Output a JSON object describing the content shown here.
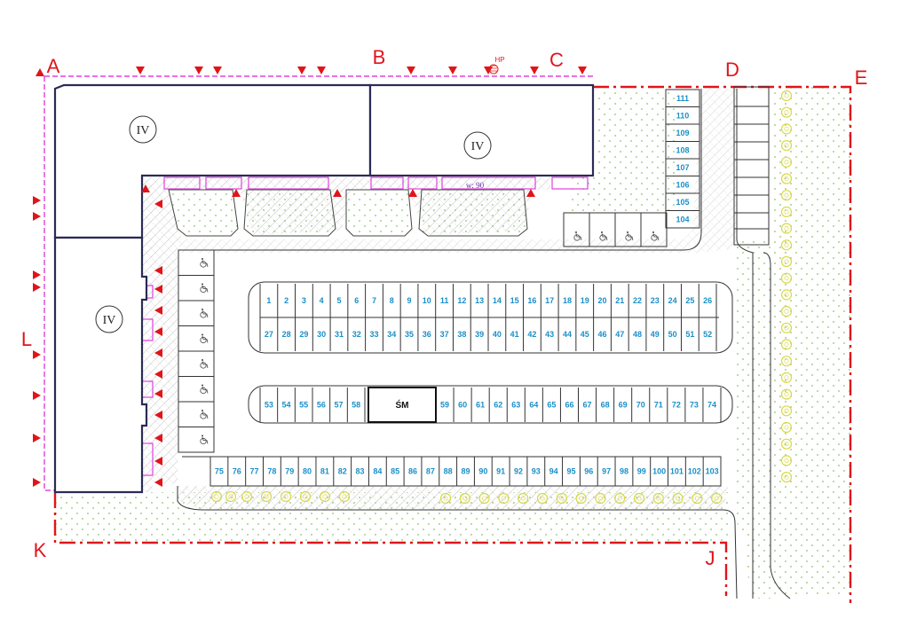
{
  "plot_letters": [
    "A",
    "B",
    "C",
    "D",
    "E",
    "J",
    "K",
    "L"
  ],
  "building_label": "IV",
  "center_label": "ŚM",
  "hp_label": "HP",
  "dimension_label": "w: 90",
  "stalls": {
    "row1": [
      "1",
      "2",
      "3",
      "4",
      "5",
      "6",
      "7",
      "8",
      "9",
      "10",
      "11",
      "12",
      "13",
      "14",
      "15",
      "16",
      "17",
      "18",
      "19",
      "20",
      "21",
      "22",
      "23",
      "24",
      "25",
      "26"
    ],
    "row2": [
      "27",
      "28",
      "29",
      "30",
      "31",
      "32",
      "33",
      "34",
      "35",
      "36",
      "37",
      "38",
      "39",
      "40",
      "41",
      "42",
      "43",
      "44",
      "45",
      "46",
      "47",
      "48",
      "49",
      "50",
      "51",
      "52"
    ],
    "row3a": [
      "53",
      "54",
      "55",
      "56",
      "57",
      "58"
    ],
    "row3b": [
      "59",
      "60",
      "61",
      "62",
      "63",
      "64",
      "65",
      "66",
      "67",
      "68",
      "69",
      "70",
      "71",
      "72",
      "73",
      "74"
    ],
    "row4": [
      "75",
      "76",
      "77",
      "78",
      "79",
      "80",
      "81",
      "82",
      "83",
      "84",
      "85",
      "86",
      "87",
      "88",
      "89",
      "90",
      "91",
      "92",
      "93",
      "94",
      "95",
      "96",
      "97",
      "98",
      "99",
      "100",
      "101",
      "102",
      "103"
    ],
    "east": [
      "111",
      "110",
      "109",
      "108",
      "107",
      "106",
      "105",
      "104"
    ]
  },
  "colors": {
    "stall_number": "#1a8fc9",
    "boundary": "#e0141a",
    "magenta_line": "#e040e0",
    "building_outline": "#2b2b55",
    "greenery": "#8fbf6a",
    "trees": "#d8d84a"
  },
  "icons": {
    "arrow": "red-triangle-arrow-icon",
    "accessible": "wheelchair-icon",
    "tree": "tree-icon"
  }
}
